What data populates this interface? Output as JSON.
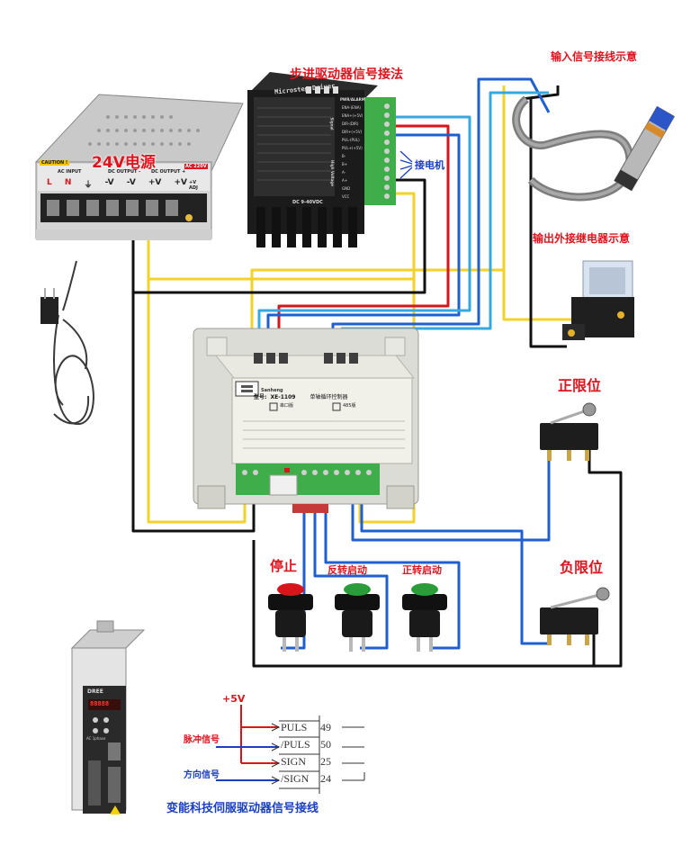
{
  "labels": {
    "stepper_wiring": "步进驱动器信号接法",
    "input_signal": "输入信号接线示意",
    "power_24v": "24V电源",
    "motor_conn": "接电机",
    "relay_output": "输出外接继电器示意",
    "pos_limit": "正限位",
    "neg_limit": "负限位",
    "stop": "停止",
    "reverse_start": "反转启动",
    "forward_start": "正转启动",
    "plus5v": "+5V",
    "pulse_signal": "脉冲信号",
    "direction_signal": "方向信号",
    "servo_wiring": "变能科技伺服驱动器信号接线"
  },
  "power_supply": {
    "caution": "CAUTION !",
    "ac_input": "AC INPUT",
    "dc_output1": "DC OUTPUT -",
    "dc_output2": "DC OUTPUT +",
    "terminals": [
      "L",
      "N",
      "⏚",
      "-V",
      "-V",
      "+V",
      "+V"
    ],
    "adj": "+V ADJ",
    "sticker": "AC 220V"
  },
  "stepper": {
    "title": "Microstep Driver",
    "terminals": [
      "ENA-(ENA)",
      "ENA+(+5V)",
      "DIR-(DIR)",
      "DIR+(+5V)",
      "PUL-(PUL)",
      "PUL+(+5V)",
      "B-",
      "B+",
      "A-",
      "A+",
      "GND",
      "VCC"
    ],
    "signal": "Signal",
    "high_voltage": "High Voltage",
    "power_label": "DC 9-40VDC",
    "pwr_alarm": "PWR/ALARM"
  },
  "controller": {
    "brand": "Sanheng",
    "model_prefix": "型号:",
    "model": "XE-1109",
    "desc": "单轴循环控制器",
    "opt1": "串口版",
    "opt2": "485版"
  },
  "servo": {
    "brand": "DREE",
    "display": "88888",
    "ac": "AC 1phase"
  },
  "servo_table": {
    "rows": [
      {
        "signal": "PULS",
        "pin": "49"
      },
      {
        "signal": "/PULS",
        "pin": "50"
      },
      {
        "signal": "SIGN",
        "pin": "25"
      },
      {
        "signal": "/SIGN",
        "pin": "24"
      }
    ]
  },
  "colors": {
    "label_red": "#e0141e",
    "label_blue": "#1a3fc2",
    "wire_yellow": "#f2d22b",
    "wire_black": "#111111",
    "wire_red": "#d8151b",
    "wire_blue": "#1f5fd0",
    "wire_cyan": "#35a8e0",
    "terminal_green": "#3fae4a"
  }
}
